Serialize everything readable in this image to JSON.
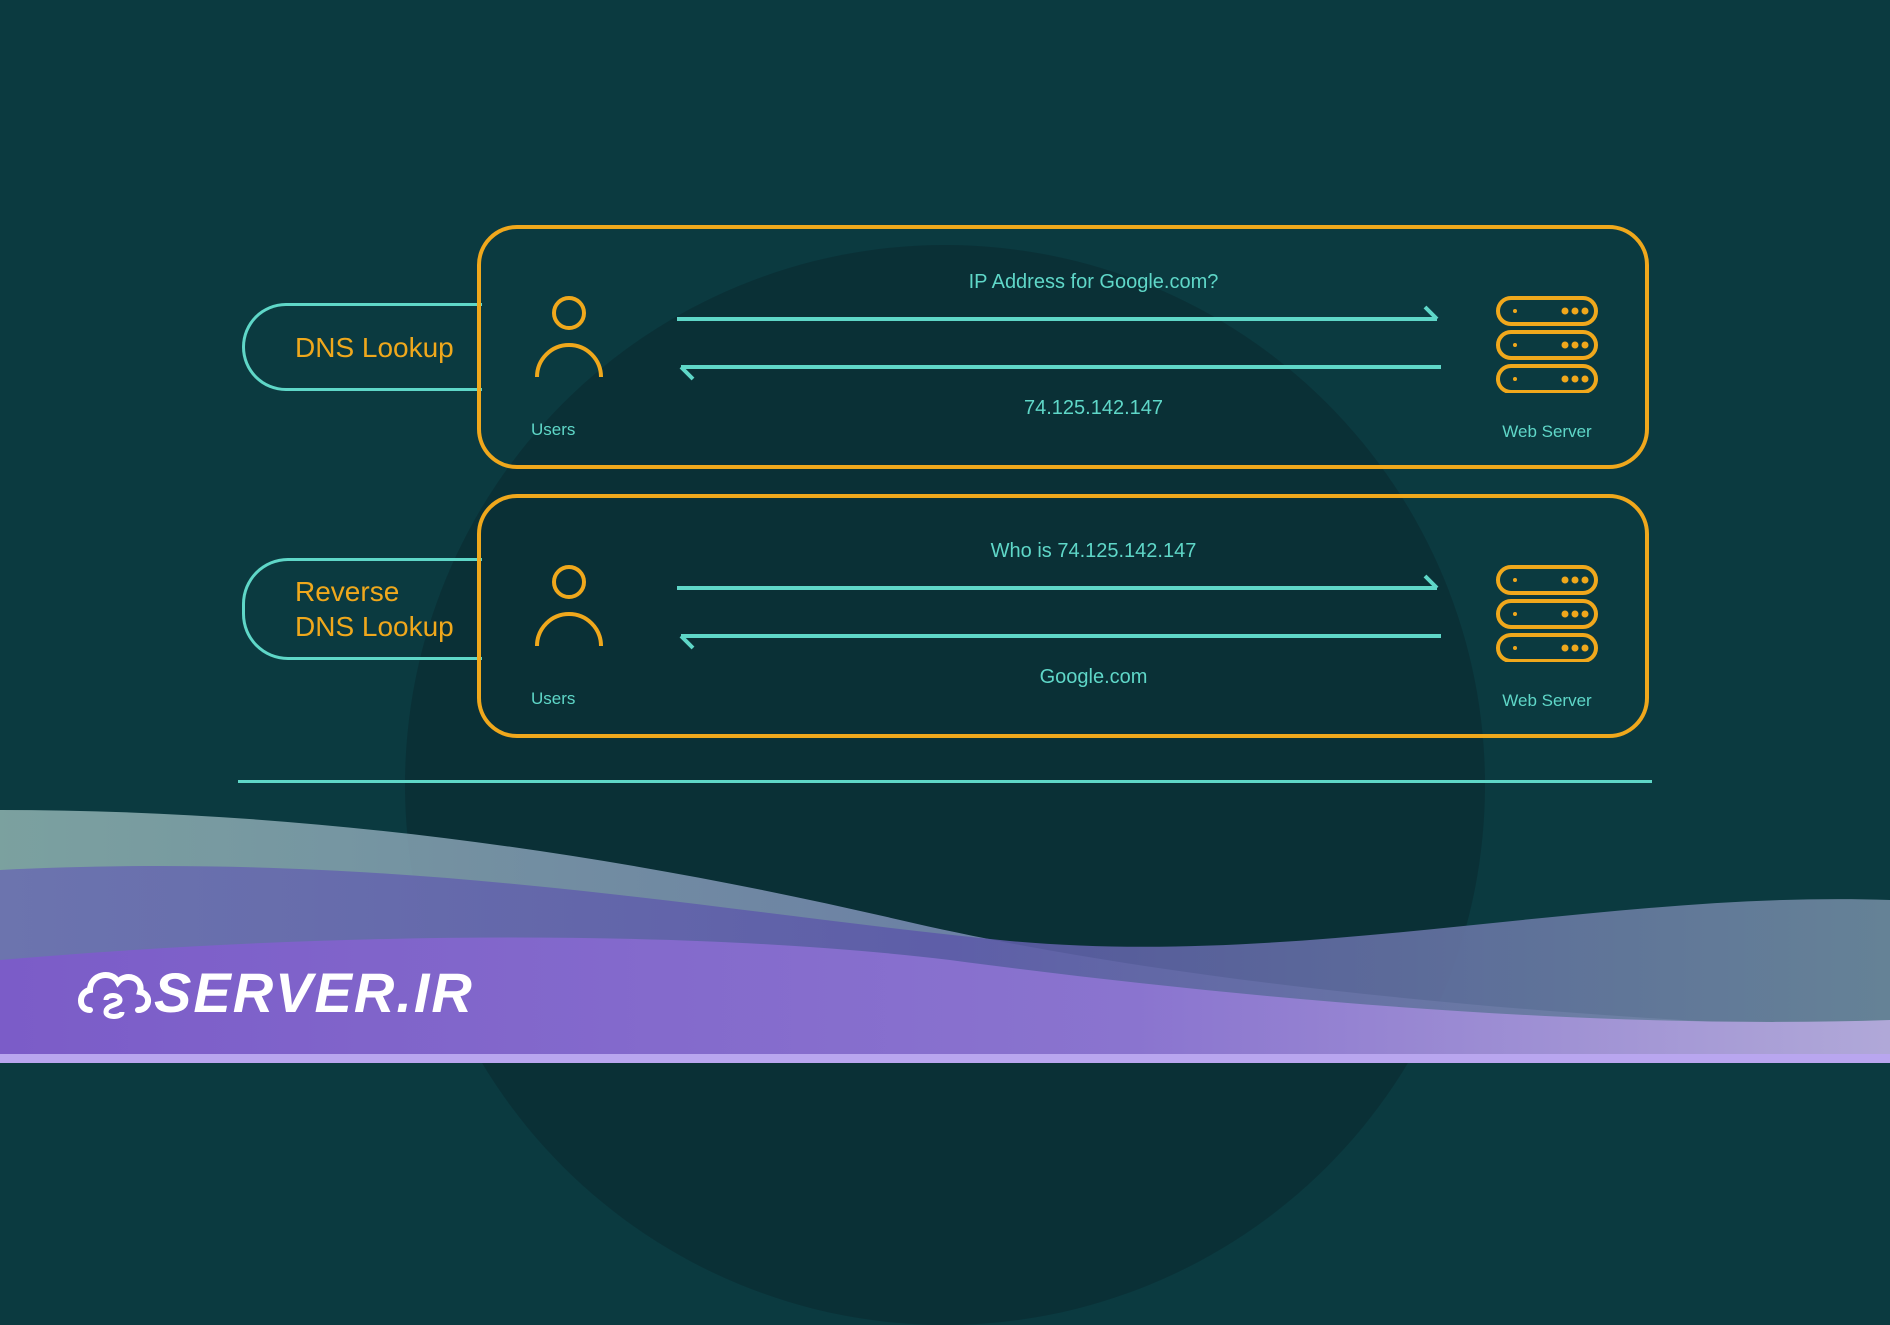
{
  "dns_lookup": {
    "tab_label": "DNS Lookup",
    "user_label": "Users",
    "server_label": "Web Server",
    "query": "IP Address for Google.com?",
    "answer": "74.125.142.147"
  },
  "reverse_lookup": {
    "tab_label_line1": "Reverse",
    "tab_label_line2": "DNS Lookup",
    "user_label": "Users",
    "server_label": "Web Server",
    "query": "Who is 74.125.142.147",
    "answer": "Google.com"
  },
  "logo": {
    "text": "SERVER.IR"
  },
  "colors": {
    "background": "#0b3a40",
    "accent_orange": "#f0a81c",
    "accent_teal": "#5fd7c8",
    "wave_purple": "#7a5cc8"
  },
  "icons": {
    "user": "user-icon",
    "server": "server-icon",
    "arrow_right": "arrow-right-icon",
    "arrow_left": "arrow-left-icon",
    "logo_cloud": "cloud-icon"
  }
}
